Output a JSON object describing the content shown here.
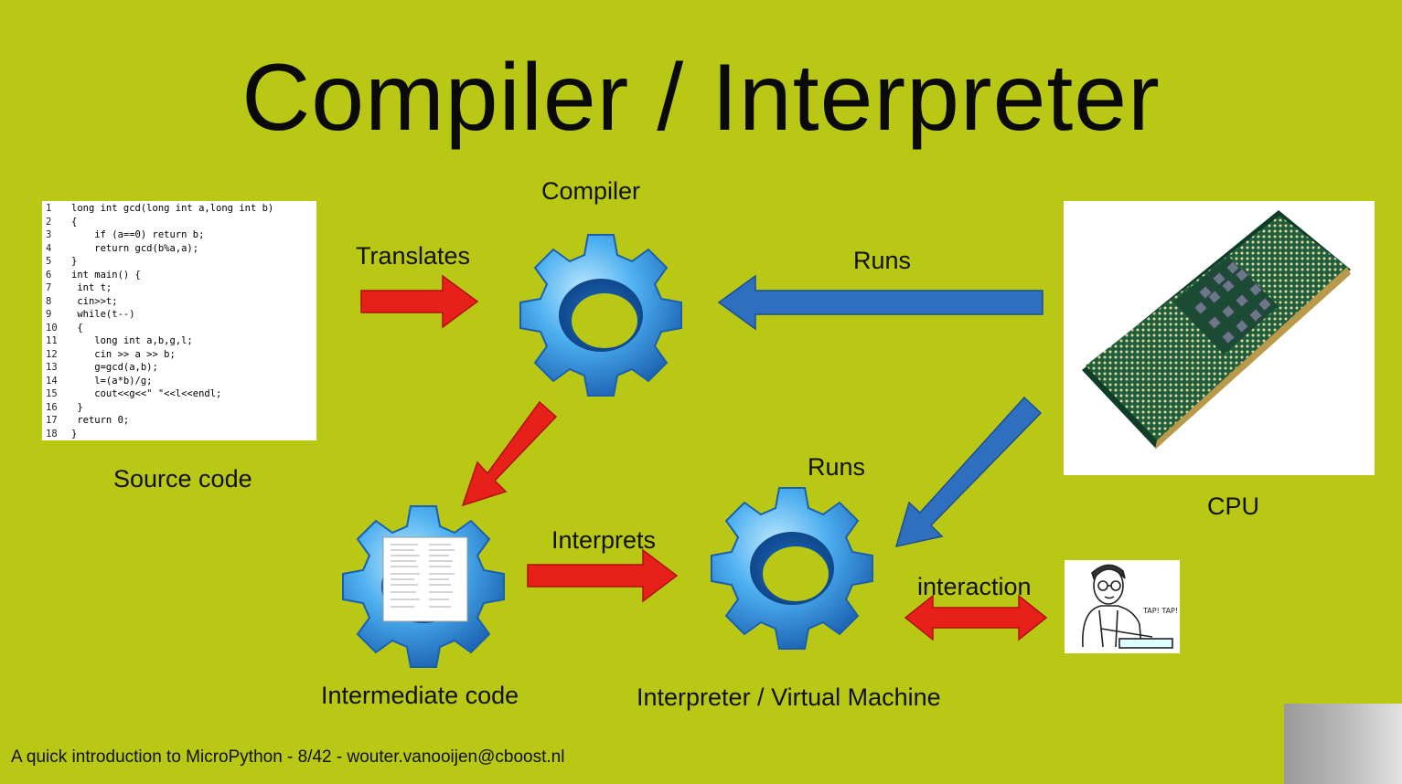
{
  "slide": {
    "title": "Compiler / Interpreter",
    "footer": "A quick introduction to MicroPython - 8/42 - wouter.vanooijen@cboost.nl"
  },
  "labels": {
    "compiler": "Compiler",
    "translates": "Translates",
    "runs_top": "Runs",
    "source_code": "Source code",
    "runs_bottom": "Runs",
    "cpu": "CPU",
    "interprets": "Interprets",
    "interaction": "interaction",
    "intermediate_code": "Intermediate code",
    "interpreter_vm": "Interpreter / Virtual Machine"
  },
  "source_code": {
    "lines": [
      {
        "n": "1",
        "text": "long int gcd(long int a,long int b)"
      },
      {
        "n": "2",
        "text": "{"
      },
      {
        "n": "3",
        "text": "    if (a==0) return b;"
      },
      {
        "n": "4",
        "text": "    return gcd(b%a,a);"
      },
      {
        "n": "5",
        "text": "}"
      },
      {
        "n": "6",
        "text": "int main() {"
      },
      {
        "n": "7",
        "text": " int t;"
      },
      {
        "n": "8",
        "text": " cin>>t;"
      },
      {
        "n": "9",
        "text": " while(t--)"
      },
      {
        "n": "10",
        "text": " {"
      },
      {
        "n": "11",
        "text": "    long int a,b,g,l;"
      },
      {
        "n": "12",
        "text": "    cin >> a >> b;"
      },
      {
        "n": "13",
        "text": "    g=gcd(a,b);"
      },
      {
        "n": "14",
        "text": "    l=(a*b)/g;"
      },
      {
        "n": "15",
        "text": "    cout<<g<<\" \"<<l<<endl;"
      },
      {
        "n": "16",
        "text": " }"
      },
      {
        "n": "17",
        "text": " return 0;"
      },
      {
        "n": "18",
        "text": "}"
      }
    ]
  },
  "user_image": {
    "caption": "TAP! TAP!"
  },
  "colors": {
    "background": "#b8c814",
    "arrow_red": "#e8201a",
    "arrow_blue": "#2f6fc0",
    "gear_blue": "#3aa0e8"
  },
  "icons": {
    "compiler_gear": "gear-icon",
    "intermediate_gear": "gear-icon",
    "interpreter_gear": "gear-icon",
    "cpu": "cpu-chip-icon",
    "user": "person-typing-icon"
  }
}
